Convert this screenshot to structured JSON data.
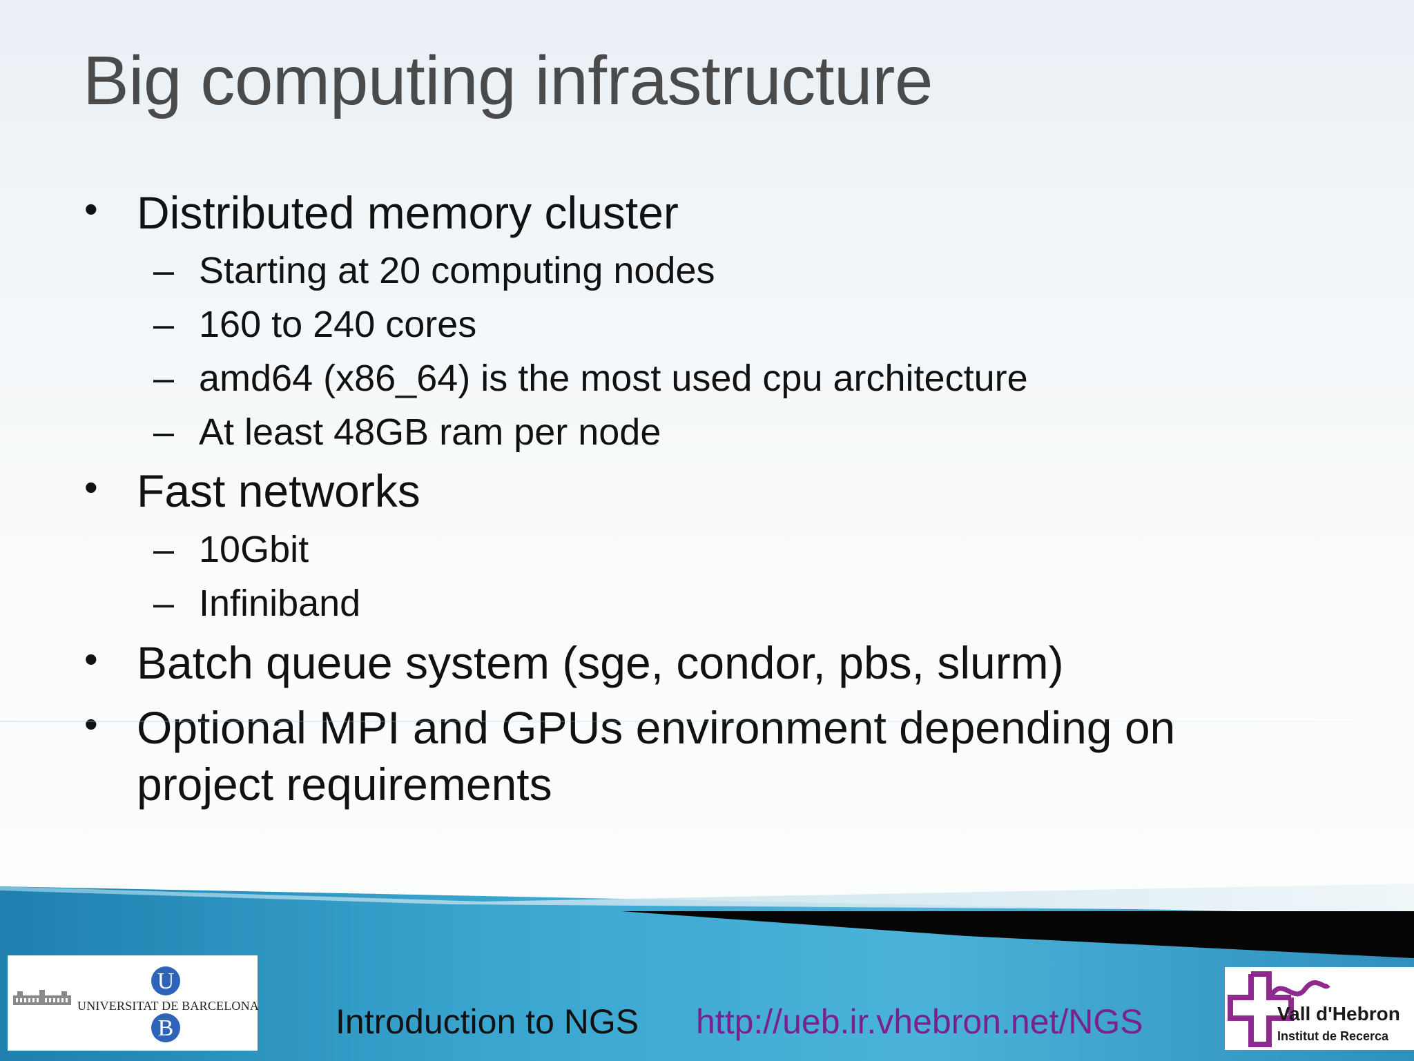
{
  "title": "Big computing infrastructure",
  "bullets": [
    {
      "text": "Distributed memory cluster",
      "subitems": [
        "Starting at 20 computing nodes",
        "160 to 240 cores",
        "amd64 (x86_64) is the most used cpu architecture",
        "At least 48GB ram per node"
      ]
    },
    {
      "text": "Fast networks",
      "subitems": [
        "10Gbit",
        "Infiniband"
      ]
    },
    {
      "text": "Batch queue system (sge, condor, pbs, slurm)",
      "subitems": []
    },
    {
      "text_line1": "Optional MPI and GPUs environment depending on",
      "text_line2": "project requirements"
    }
  ],
  "bullet_glyph": "•",
  "sub_glyph": "–",
  "footer": {
    "course": "Introduction to NGS",
    "url": "http://ueb.ir.vhebron.net/NGS",
    "url_color": "#7a2191",
    "band_color": "#3a9cc4"
  },
  "logos": {
    "left": {
      "name": "UNIVERSITAT DE BARCELONA",
      "letter_top": "U",
      "letter_bottom": "B",
      "color": "#2f63b7"
    },
    "right": {
      "name": "Vall d'Hebron",
      "subtitle": "Institut de Recerca",
      "color": "#8e2a8f"
    }
  }
}
